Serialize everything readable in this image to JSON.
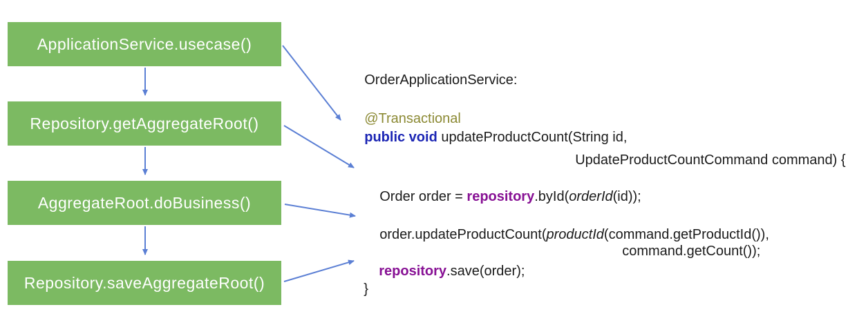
{
  "colors": {
    "box_green": "#7CBA62",
    "box_text": "#FFFFFF",
    "arrow_blue": "#5B7FD4",
    "code_text": "#1A1A1A",
    "keyword_blue": "#1B25B4",
    "annotation_olive": "#8B8933",
    "field_purple": "#871094"
  },
  "flow": {
    "steps": [
      {
        "label": "ApplicationService.usecase()"
      },
      {
        "label": "Repository.getAggregateRoot()"
      },
      {
        "label": "AggregateRoot.doBusiness()"
      },
      {
        "label": "Repository.saveAggregateRoot()"
      }
    ]
  },
  "code": {
    "class_header": "OrderApplicationService:",
    "annotation": "@Transactional",
    "signature_keyword": "public void",
    "signature_rest": " updateProductCount(String id,",
    "signature_wrap": "UpdateProductCountCommand command) {",
    "load_pre": "Order order = ",
    "load_repository": "repository",
    "load_mid": ".byId(",
    "load_factory": "orderId",
    "load_post": "(id));",
    "business_pre": "order.updateProductCount(",
    "business_factory": "productId",
    "business_post": "(command.getProductId()),",
    "business_wrap": "command.getCount());",
    "save_repository": "repository",
    "save_post": ".save(order);",
    "closing_brace": "}"
  }
}
